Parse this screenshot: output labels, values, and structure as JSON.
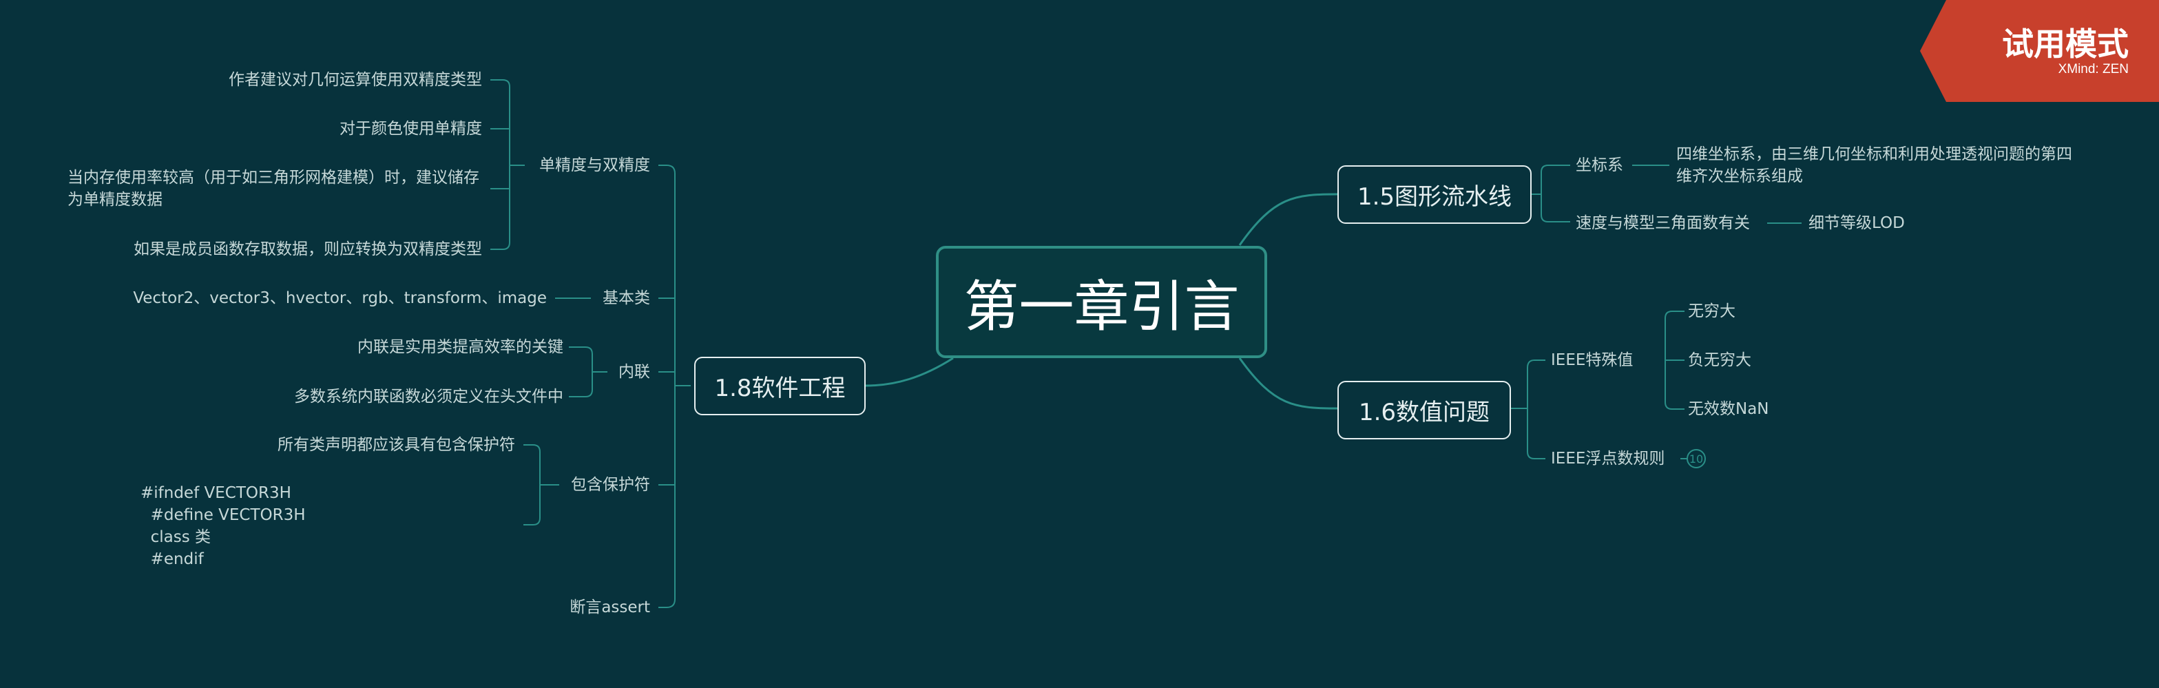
{
  "central": "第一章引言",
  "branches": {
    "graphics_pipeline": {
      "title": "1.5图形流水线",
      "children": {
        "coordinate_system": {
          "label": "坐标系",
          "detail_line1": "四维坐标系，由三维几何坐标和利用处理透视问题的第四",
          "detail_line2": "维齐次坐标系组成"
        },
        "speed": {
          "label": "速度与模型三角面数有关",
          "detail": "细节等级LOD"
        }
      }
    },
    "numeric": {
      "title": "1.6数值问题",
      "children": {
        "ieee_special": {
          "label": "IEEE特殊值",
          "items": [
            "无穷大",
            "负无穷大",
            "无效数NaN"
          ]
        },
        "ieee_float": {
          "label": "IEEE浮点数规则",
          "badge": "10"
        }
      }
    },
    "software": {
      "title": "1.8软件工程",
      "children": {
        "precision": {
          "label": "单精度与双精度",
          "items": [
            "作者建议对几何运算使用双精度类型",
            "对于颜色使用单精度",
            "当内存使用率较高（用于如三角形网格建模）时，建议储存为单精度数据",
            "如果是成员函数存取数据，则应转换为双精度类型"
          ]
        },
        "basic_classes": {
          "label": "基本类",
          "detail": "Vector2、vector3、hvector、rgb、transform、image"
        },
        "inline": {
          "label": "内联",
          "items": [
            "内联是实用类提高效率的关键",
            "多数系统内联函数必须定义在头文件中"
          ]
        },
        "include_guard": {
          "label": "包含保护符",
          "items": [
            "所有类声明都应该具有包含保护符",
            "#ifndef VECTOR3H\n  #define VECTOR3H\n  class 类\n  #endif"
          ]
        },
        "assert": {
          "label": "断言assert"
        }
      }
    }
  },
  "watermark": {
    "title": "试用模式",
    "brand": "XMind: ZEN"
  },
  "colors": {
    "background": "#07323c",
    "connector": "#2a8f88",
    "central_border": "#2f8f86",
    "watermark": "#c8402c",
    "text": "#c6d8d8"
  }
}
